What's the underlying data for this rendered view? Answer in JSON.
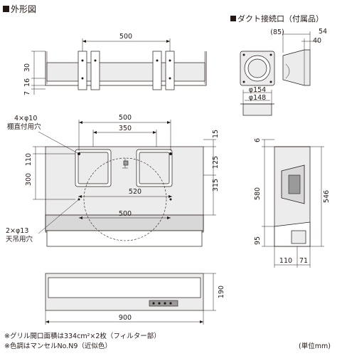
{
  "titles": {
    "main": "外形図",
    "duct": "ダクト接続口（付属品）"
  },
  "dims": {
    "top_width": "500",
    "top_h16": "16",
    "top_h30": "30",
    "top_h7": "7",
    "front_500": "500",
    "front_350": "350",
    "front_110": "110",
    "front_300": "300",
    "front_125": "125",
    "front_315": "315",
    "front_15": "15",
    "front_520": "520",
    "front_500b": "500",
    "duct_85": "(85)",
    "duct_54": "54",
    "duct_40": "40",
    "duct_d154": "φ154",
    "duct_d148": "φ148",
    "side_6": "6",
    "side_580": "580",
    "side_546": "546",
    "side_95": "95",
    "side_110": "110",
    "side_71": "71",
    "bottom_190": "190",
    "bottom_900": "900"
  },
  "labels": {
    "hole_top_1": "4×φ10",
    "hole_top_2": "棚直付用穴",
    "hole_bottom_1": "2×φ13",
    "hole_bottom_2": "天吊用穴"
  },
  "notes": {
    "note1": "※グリル開口面積は334cm²×2枚（フィルター部）",
    "note2": "※色調はマンセルNo.N9（近似色）",
    "unit": "(単位mm)"
  }
}
